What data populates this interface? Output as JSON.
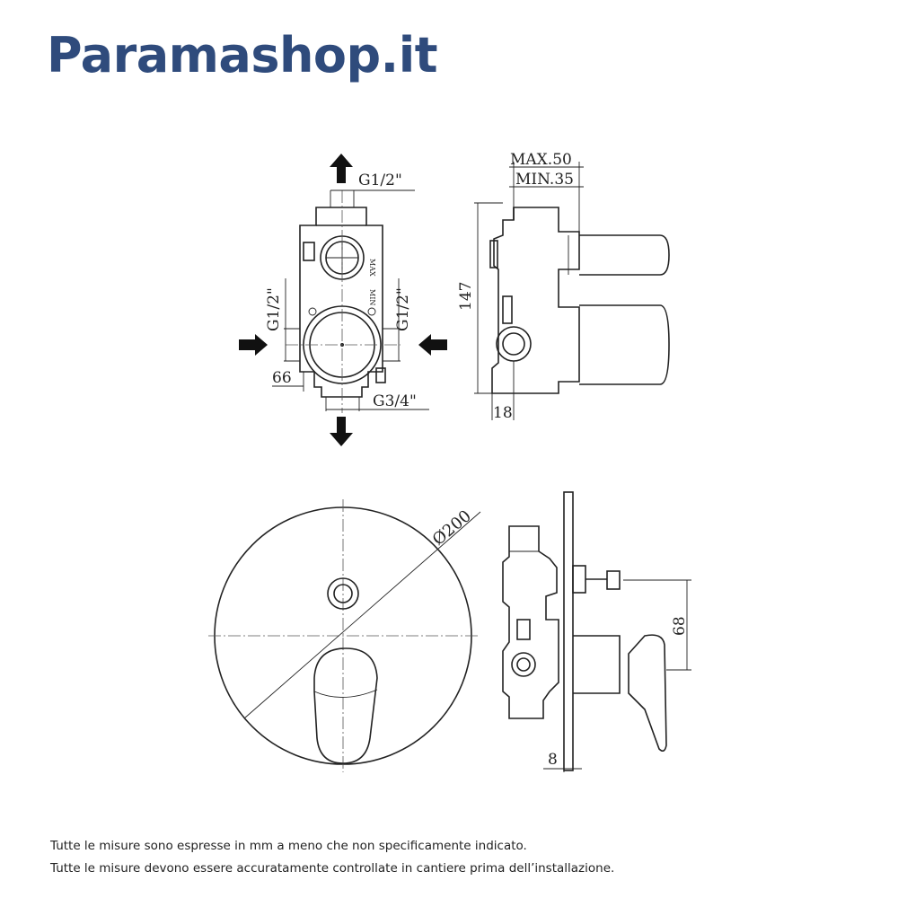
{
  "brand": {
    "name": "Paramashop.it",
    "color": "#2f4b7c"
  },
  "diagram": {
    "dimensions": {
      "top_connection": "G1/2\"",
      "left_connection": "G1/2\"",
      "right_connection": "G1/2\"",
      "bottom_connection": "G3/4\"",
      "bottom_width": "66",
      "depth_max": "MAX.50",
      "depth_min": "MIN.35",
      "height": "147",
      "side_offset": "18",
      "plate_diameter": "Ø200",
      "lever_offset": "68",
      "plate_thickness": "8"
    },
    "body_marks": {
      "max": "MAX",
      "min": "MIN"
    }
  },
  "notes": [
    "Tutte le misure sono espresse in mm a meno che non specificamente indicato.",
    "Tutte le misure devono essere accuratamente controllate in cantiere prima dell’installazione."
  ]
}
